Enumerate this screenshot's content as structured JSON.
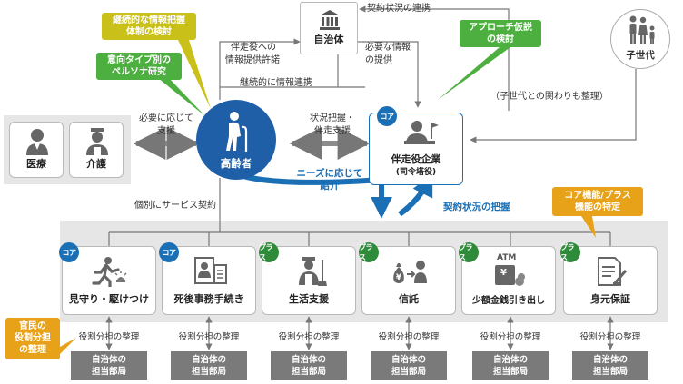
{
  "center": {
    "name": "高齢者",
    "color": "#1f5fa8"
  },
  "government": {
    "name": "自治体"
  },
  "provider": {
    "name": "伴走役企業",
    "sub": "(司令塔役)",
    "badge": "コア"
  },
  "children": {
    "name": "子世代",
    "note": "（子世代との関わりも整理）"
  },
  "medical": [
    {
      "name": "医療",
      "icon": "doctor-icon"
    },
    {
      "name": "介護",
      "icon": "caregiver-icon"
    }
  ],
  "flows": {
    "top_right": "契約状況の連携",
    "gov_to_provider_1": "必要な情報",
    "gov_to_provider_2": "の提供",
    "to_gov_1": "伴走役への",
    "to_gov_2": "情報提供許諾",
    "continuous": "継続的に情報連携",
    "medical_1": "必要に応じて",
    "medical_2": "支援",
    "status_1": "状況把握・",
    "status_2": "伴走支援",
    "needs_1": "ニーズに応じて",
    "needs_2": "紹介",
    "contract_status": "契約状況の把握",
    "individual_contract": "個別にサービス契約"
  },
  "callouts": {
    "info_system_1": "継続的な情報把握",
    "info_system_2": "体制の検討",
    "persona_1": "意向タイプ別の",
    "persona_2": "ペルソナ研究",
    "approach_1": "アプローチ仮説",
    "approach_2": "の検討",
    "function_1": "コア機能/プラス",
    "function_2": "機能の特定",
    "role_1": "官民の",
    "role_2": "役割分担",
    "role_3": "の整理"
  },
  "services": [
    {
      "name": "見守り・駆けつけ",
      "badge": "コア",
      "kind": "core",
      "icon": "running-person-icon"
    },
    {
      "name": "死後事務手続き",
      "badge": "コア",
      "kind": "core",
      "icon": "documents-icon"
    },
    {
      "name": "生活支援",
      "badge": "プラス",
      "kind": "plus",
      "icon": "cleaning-staff-icon"
    },
    {
      "name": "信託",
      "badge": "プラス",
      "kind": "plus",
      "icon": "money-bag-icon"
    },
    {
      "name": "少額金銭引き出し",
      "badge": "プラス",
      "kind": "plus",
      "icon": "atm-icon",
      "icon_text": "ATM",
      "icon_symbol": "¥"
    },
    {
      "name": "身元保証",
      "badge": "プラス",
      "kind": "plus",
      "icon": "guarantee-document-icon"
    }
  ],
  "role_label": "役割分担の整理",
  "dept_1": "自治体の",
  "dept_2": "担当部局",
  "colors": {
    "core": "#1a6fb5",
    "plus": "#2e8b3a",
    "callout_yellow": "#c9c11a",
    "callout_green": "#4caf3f",
    "callout_orange": "#e8a21a",
    "panel": "#e6e6e6",
    "dept": "#7a7a7a"
  }
}
